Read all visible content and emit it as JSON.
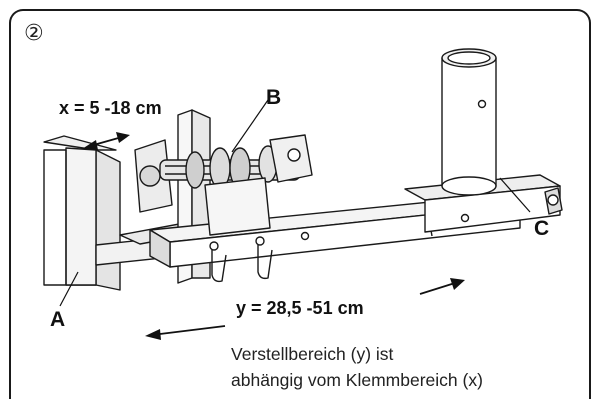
{
  "diagram": {
    "step_marker": "②",
    "clamp_range": "x = 5 -18 cm",
    "adjust_range": "y = 28,5 -51 cm",
    "labels": {
      "a": "A",
      "b": "B",
      "c": "C"
    },
    "note_line1": "Verstellbereich (y) ist",
    "note_line2": "abhängig vom Klemmbereich (x)"
  }
}
